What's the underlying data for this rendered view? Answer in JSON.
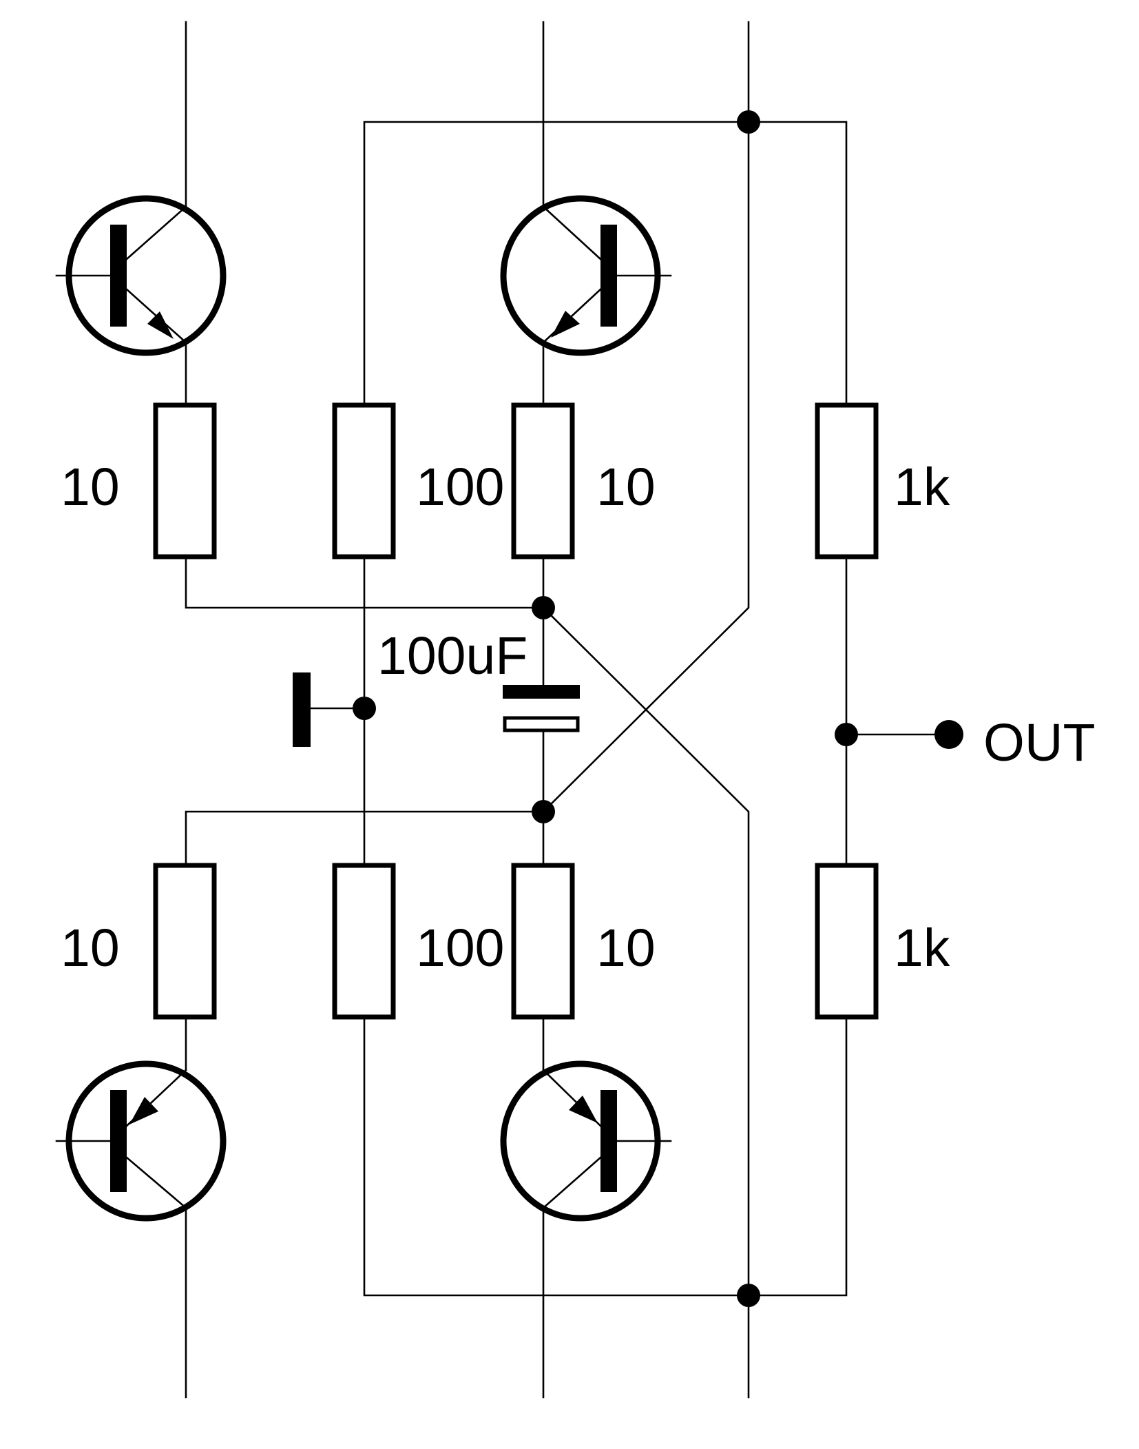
{
  "labels": {
    "r_left_top": "10",
    "r_bias_top": "100",
    "r_mid_top": "10",
    "r_right_top": "1k",
    "r_left_bottom": "10",
    "r_bias_bottom": "100",
    "r_mid_bottom": "10",
    "r_right_bottom": "1k",
    "capacitor": "100uF",
    "output": "OUT"
  }
}
